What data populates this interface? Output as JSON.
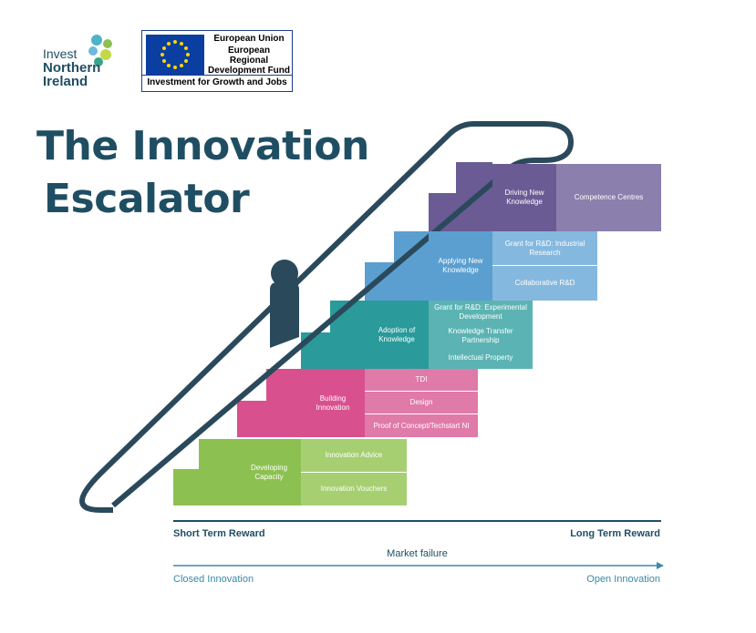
{
  "logos": {
    "invest": [
      "Invest",
      "Northern",
      "Ireland"
    ],
    "eu": {
      "line1": "European Union",
      "line2": "European Regional Development Fund",
      "bottom": "Investment for Growth and Jobs"
    }
  },
  "title": {
    "line1": "The Innovation",
    "line2": "Escalator"
  },
  "steps": {
    "developing": {
      "label": "Developing Capacity",
      "items": [
        "Innovation Advice",
        "Innovation Vouchers"
      ]
    },
    "building": {
      "label": "Building Innovation",
      "items": [
        "TDI",
        "Design",
        "Proof of Concept/Techstart NI"
      ]
    },
    "adoption": {
      "label": "Adoption of Knowledge",
      "items": [
        "Grant for R&D: Experimental Development",
        "Knowledge Transfer Partnership",
        "Intellectual Property"
      ]
    },
    "applying": {
      "label": "Applying New Knowledge",
      "items": [
        "Grant for R&D: Industrial Research",
        "Collaborative R&D"
      ]
    },
    "driving": {
      "label": "Driving New Knowledge",
      "items": [
        "Competence Centres"
      ]
    }
  },
  "axis": {
    "left_top": "Short Term Reward",
    "right_top": "Long Term Reward",
    "middle": "Market failure",
    "left_bottom": "Closed Innovation",
    "right_bottom": "Open Innovation"
  },
  "colors": {
    "green": "#8cc152",
    "green_light": "#a6cf72",
    "pink": "#d9508e",
    "pink_light": "#e07aa8",
    "teal": "#2a9a9a",
    "teal_light": "#5cb3b3",
    "blue": "#5a9fd0",
    "blue_light": "#85b8de",
    "purple": "#6a5b94",
    "purple_light": "#8b7fad",
    "navy": "#1f4e63"
  }
}
